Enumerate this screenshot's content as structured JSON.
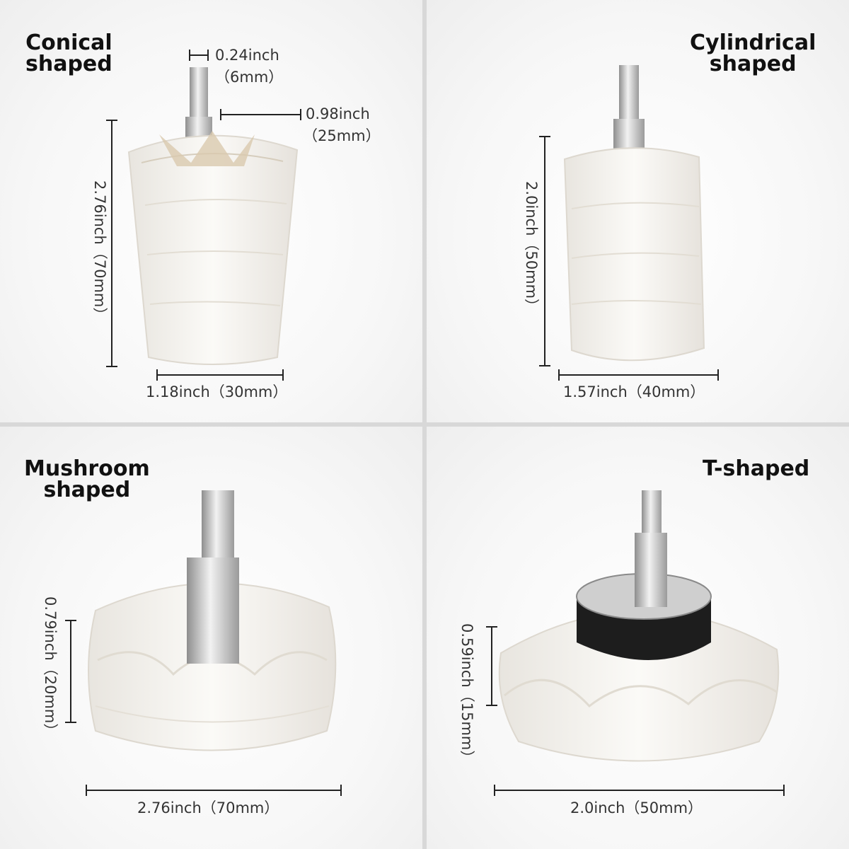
{
  "panels": {
    "conical": {
      "title_line1": "Conical",
      "title_line2": "shaped",
      "shank_width": "0.24inch",
      "shank_width_mm": "（6mm）",
      "hex_width": "0.98inch",
      "hex_width_mm": "（25mm）",
      "height": "2.76inch（70mm）",
      "bottom_width": "1.18inch（30mm）"
    },
    "cylindrical": {
      "title_line1": "Cylindrical",
      "title_line2": "shaped",
      "height": "2.0inch（50mm）",
      "width": "1.57inch（40mm）"
    },
    "mushroom": {
      "title_line1": "Mushroom",
      "title_line2": "shaped",
      "height": "0.79inch（20mm）",
      "width": "2.76inch（70mm）"
    },
    "tshaped": {
      "title_line1": "T-shaped",
      "height": "0.59inch（15mm）",
      "width": "2.0inch（50mm）"
    }
  },
  "colors": {
    "divider": "#d8d8d8",
    "cotton": "#f4f2ee",
    "steel": "#c8c8c8",
    "hub_black": "#1d1d1d"
  }
}
